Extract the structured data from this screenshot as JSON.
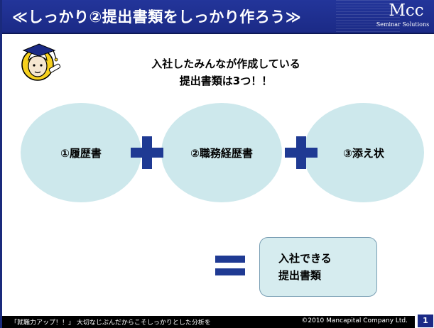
{
  "header": {
    "title": "≪しっかり②提出書類をしっかり作ろう≫",
    "logo_main": "Mcc",
    "logo_sub": "Seminar Solutions"
  },
  "intro": {
    "line1": "入社したみんなが作成している",
    "line2": "提出書類は3つ！！"
  },
  "documents": [
    {
      "label": "①履歴書"
    },
    {
      "label": "②職務経歴書"
    },
    {
      "label": "③添え状"
    }
  ],
  "result": {
    "line1": "入社できる",
    "line2": "提出書類"
  },
  "footer": {
    "left_text": "「就職力アップ！！」 大切なじぶんだからこそしっかりとした分析を",
    "right_text": "©2010 Mancapital Company Ltd.",
    "page_number": "1"
  },
  "icons": {
    "plus": "plus-icon",
    "equals": "equals-icon",
    "mascot": "graduate-mascot-icon"
  },
  "colors": {
    "header_bg": "#1b2a86",
    "circle_fill": "#cde8ec",
    "operator": "#1f3a93",
    "result_fill": "#d6ecef"
  }
}
